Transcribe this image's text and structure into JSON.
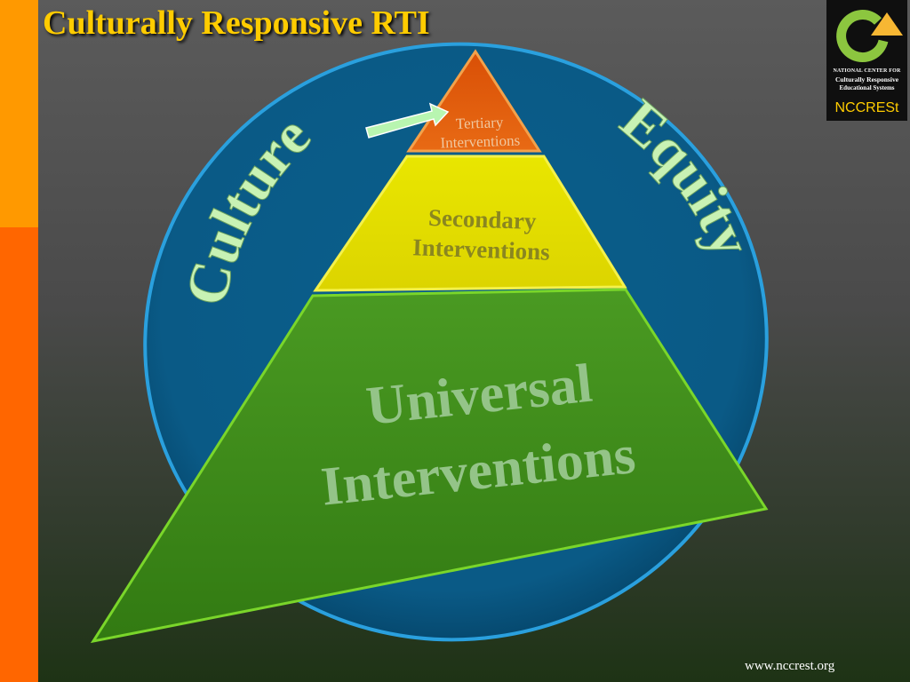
{
  "slide": {
    "title": "Culturally Responsive RTI",
    "footer_url": "www.nccrest.org"
  },
  "logo": {
    "line1": "NATIONAL CENTER FOR",
    "line2": "Culturally Responsive",
    "line3": "Educational Systems",
    "name": "NCCRESt",
    "colors": {
      "ring": "#8cc63f",
      "arrow": "#f7b733",
      "background": "#0f0f0f"
    }
  },
  "diagram": {
    "circle_labels": {
      "left": "Culture",
      "right": "Equity"
    },
    "tiers": [
      {
        "id": "tertiary",
        "lines": [
          "Tertiary",
          "Interventions"
        ],
        "color": "#e05a0a"
      },
      {
        "id": "secondary",
        "lines": [
          "Secondary",
          "Interventions"
        ],
        "color": "#e6dd00"
      },
      {
        "id": "universal",
        "lines": [
          "Universal",
          "Interventions"
        ],
        "color": "#3e8a1a"
      }
    ],
    "colors": {
      "circle": "#0b5f8e",
      "circle_rim": "#2ba3e0",
      "rim_text": "#c8f0b0",
      "arrow": "#b8f5b0"
    }
  }
}
